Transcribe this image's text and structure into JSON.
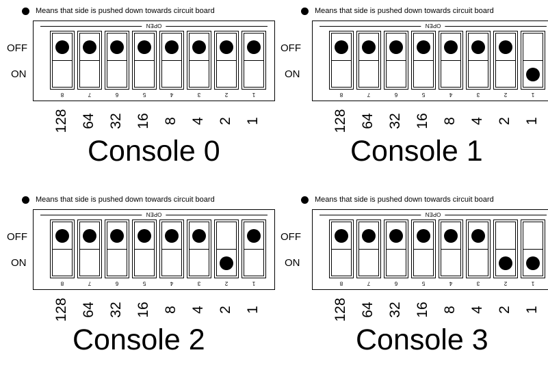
{
  "legend_text": "Means that side is pushed down towards circuit board",
  "board_label": "OPEN",
  "off_label": "OFF",
  "on_label": "ON",
  "switch_numbers": [
    "8",
    "7",
    "6",
    "5",
    "4",
    "3",
    "2",
    "1"
  ],
  "bit_weights": [
    "128",
    "64",
    "32",
    "16",
    "8",
    "4",
    "2",
    "1"
  ],
  "consoles": [
    {
      "title": "Console 0",
      "switches_on": [
        false,
        false,
        false,
        false,
        false,
        false,
        false,
        false
      ]
    },
    {
      "title": "Console 1",
      "switches_on": [
        false,
        false,
        false,
        false,
        false,
        false,
        false,
        true
      ]
    },
    {
      "title": "Console 2",
      "switches_on": [
        false,
        false,
        false,
        false,
        false,
        false,
        true,
        false
      ]
    },
    {
      "title": "Console 3",
      "switches_on": [
        false,
        false,
        false,
        false,
        false,
        false,
        true,
        true
      ]
    }
  ]
}
